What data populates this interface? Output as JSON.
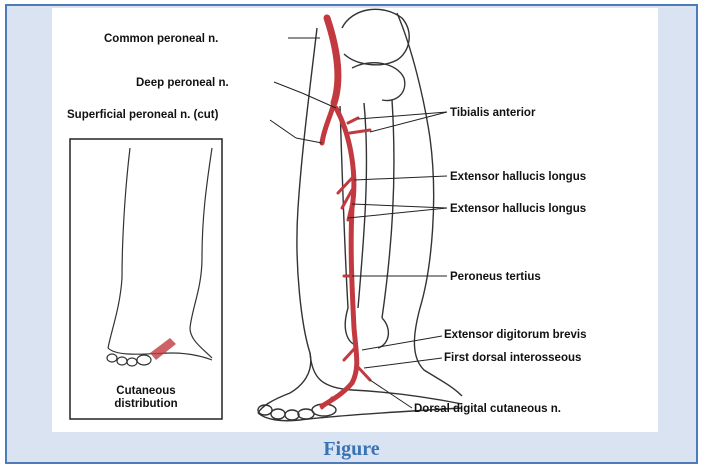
{
  "caption": "Figure",
  "labels": {
    "common_peroneal": "Common peroneal n.",
    "deep_peroneal": "Deep peroneal n.",
    "superficial_peroneal": "Superficial peroneal n. (cut)",
    "tibialis_anterior": "Tibialis anterior",
    "ehl_1": "Extensor hallucis longus",
    "ehl_2": "Extensor hallucis longus",
    "peroneus_tertius": "Peroneus tertius",
    "edb": "Extensor digitorum brevis",
    "first_dorsal_interosseous": "First dorsal interosseous",
    "dorsal_digital": "Dorsal digital cutaneous n."
  },
  "inset": {
    "line1": "Cutaneous",
    "line2": "distribution"
  },
  "colors": {
    "nerve": "#c23a3f",
    "frame_bg": "#d9e3f1",
    "frame_border": "#4f7bb8",
    "caption": "#3a73b5"
  }
}
